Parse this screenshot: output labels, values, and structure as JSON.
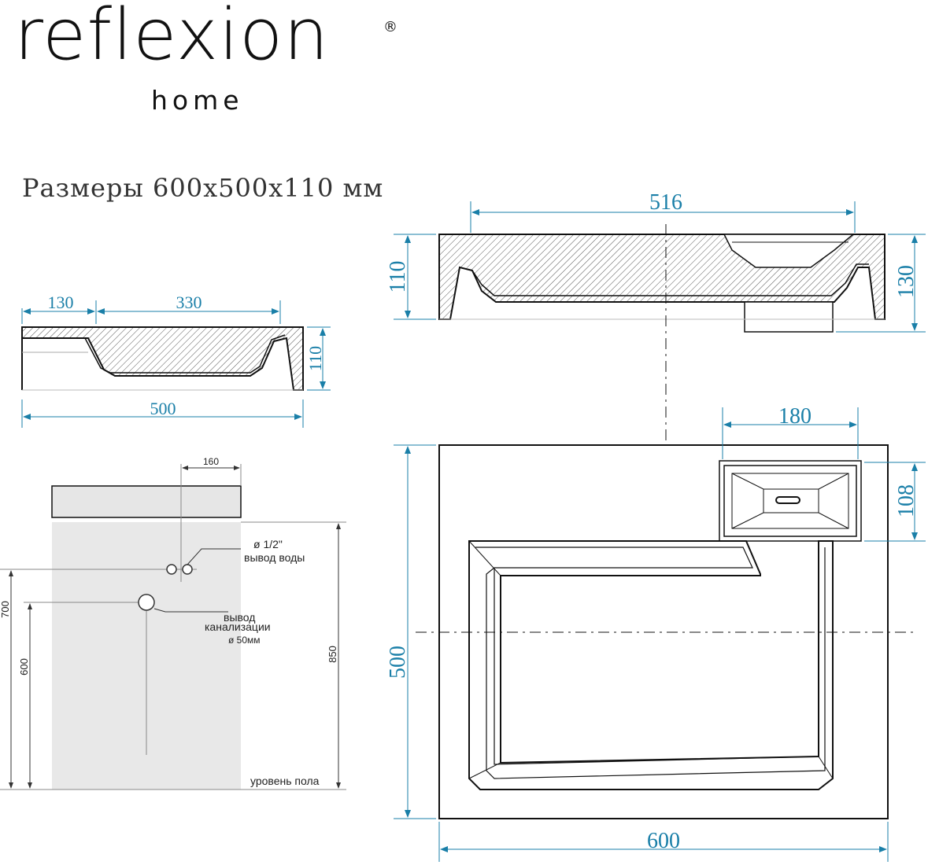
{
  "logo": {
    "name": "reflexion",
    "registered": "®",
    "subtitle": "home"
  },
  "dimensions_title": "Размеры 600х500х110 мм",
  "side_view": {
    "dim_left": "130",
    "dim_mid": "330",
    "dim_height": "110",
    "dim_bottom": "500"
  },
  "top_section": {
    "dim_width": "516",
    "dim_left_height": "110",
    "dim_right_height": "130"
  },
  "plan_view": {
    "dim_faucet_width": "180",
    "dim_faucet_depth": "108",
    "dim_depth": "500",
    "dim_width": "600"
  },
  "install": {
    "dim_offset": "160",
    "water_label_1": "ø 1/2\"",
    "water_label_2": "вывод воды",
    "drain_label_1": "вывод",
    "drain_label_2": "канализации",
    "drain_label_3": "ø 50мм",
    "height_700": "700",
    "height_600": "600",
    "height_850": "850",
    "floor_label": "уровень пола"
  },
  "colors": {
    "dimension": "#1a7fa8",
    "outline": "#111111",
    "wall": "#e6e6e6"
  }
}
